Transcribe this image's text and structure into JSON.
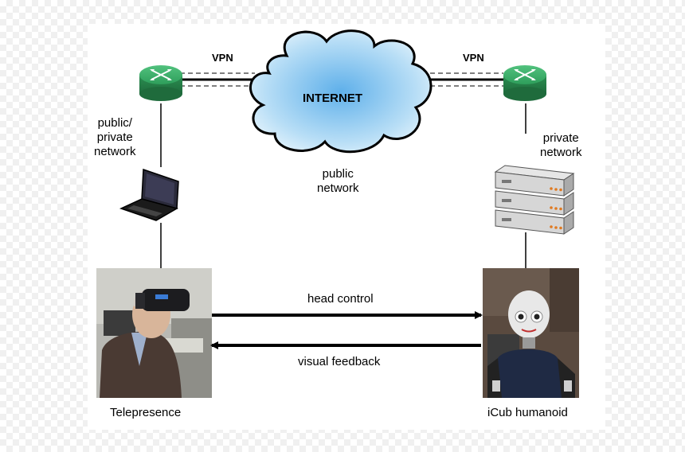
{
  "labels": {
    "vpn_left": "VPN",
    "vpn_right": "VPN",
    "internet": "INTERNET",
    "public_network_cloud": "public\nnetwork",
    "public_private_network": "public/\nprivate\nnetwork",
    "private_network": "private\nnetwork",
    "head_control": "head control",
    "visual_feedback": "visual feedback",
    "telepresence": "Telepresence",
    "icub": "iCub humanoid"
  },
  "colors": {
    "router_green": "#2e9e5b",
    "cloud_blue": "#9ccff2",
    "line": "#000000"
  },
  "icons": [
    "router-icon",
    "laptop-icon",
    "server-icon",
    "cloud-icon"
  ]
}
